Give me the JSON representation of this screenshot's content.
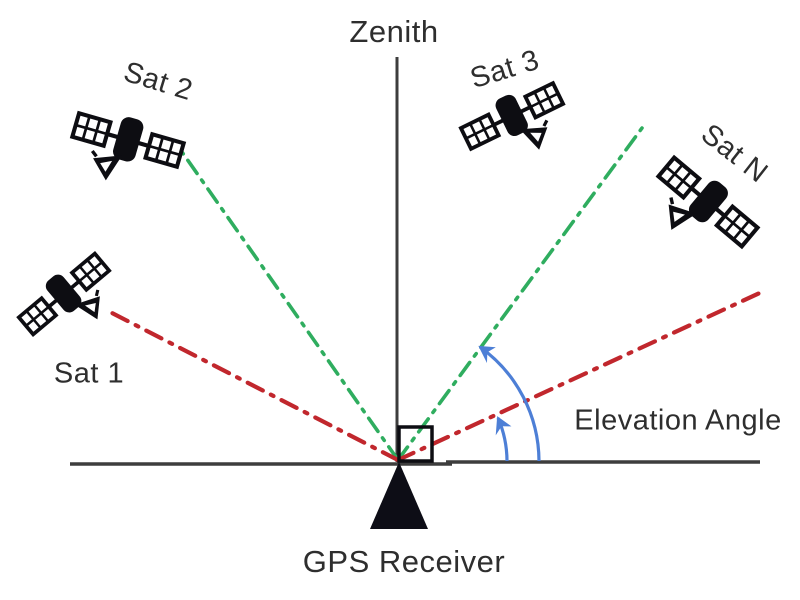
{
  "diagram": {
    "labels": {
      "zenith": "Zenith",
      "receiver": "GPS Receiver",
      "elevation_angle": "Elevation Angle"
    },
    "satellites": [
      {
        "name": "sat-1",
        "label": "Sat 1",
        "sightline": "low-elevation"
      },
      {
        "name": "sat-2",
        "label": "Sat 2",
        "sightline": "high-elevation"
      },
      {
        "name": "sat-3",
        "label": "Sat 3",
        "sightline": "high-elevation"
      },
      {
        "name": "sat-n",
        "label": "Sat N",
        "sightline": "low-elevation"
      }
    ],
    "colors": {
      "high_elevation_line": "#2fad5f",
      "low_elevation_line": "#c1272d",
      "angle_arrow": "#4d7fd6",
      "axis": "#3d3d3d",
      "ink": "#0d0d12"
    }
  }
}
